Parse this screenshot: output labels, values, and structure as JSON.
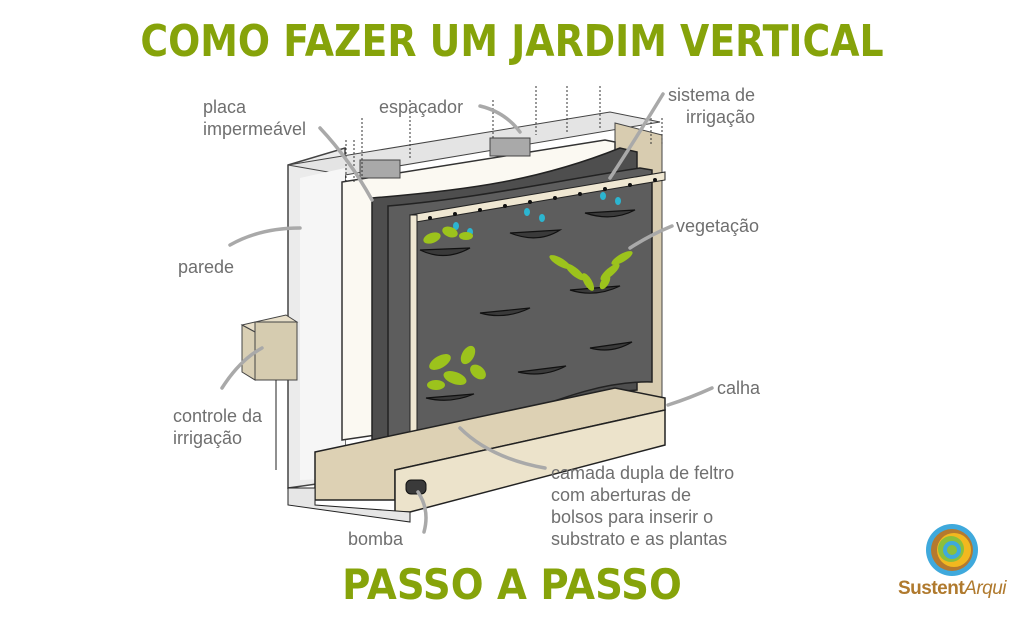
{
  "title": "COMO FAZER UM JARDIM VERTICAL",
  "subtitle": "PASSO A PASSO",
  "colors": {
    "title_green": "#86a30a",
    "label_gray": "#6f6f6f",
    "felt_gray": "#5a5a5a",
    "frame_beige": "#e5dcc6",
    "wall_gray": "#e6e6e6",
    "plant_green": "#9cc31c",
    "water_drop": "#2cb5d0"
  },
  "labels": {
    "placa": "placa\nimpermeável",
    "espacador": "espaçador",
    "sistema": "sistema de\nirrigação",
    "vegetacao": "vegetação",
    "parede": "parede",
    "controle": "controle da\nirrigação",
    "calha": "calha",
    "camada": "camada dupla de feltro\ncom aberturas de\nbolsos para inserir o\nsubstrato e as plantas",
    "bomba": "bomba"
  },
  "logo": {
    "brand_bold": "Sustent",
    "brand_light": "Arqui"
  }
}
